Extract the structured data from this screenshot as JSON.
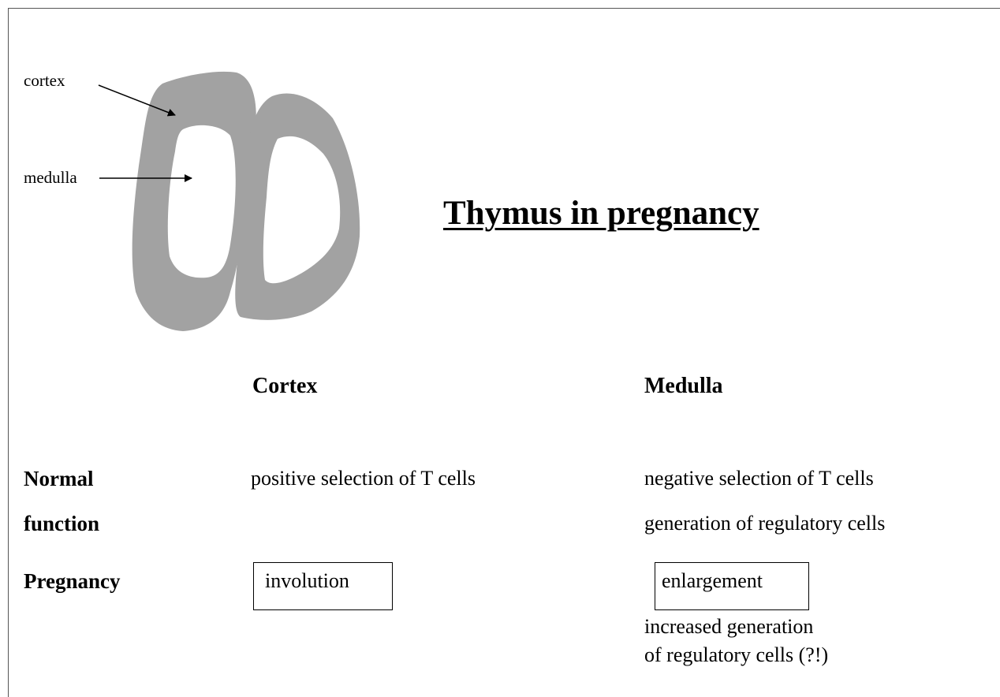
{
  "diagram": {
    "label_cortex": "cortex",
    "label_medulla": "medulla",
    "colors": {
      "tissue": "#a2a2a2",
      "background": "#ffffff"
    }
  },
  "title": "Thymus in pregnancy",
  "table": {
    "col_cortex": "Cortex",
    "col_medulla": "Medulla",
    "row_normal_1": "Normal",
    "row_normal_2": "function",
    "row_pregnancy": "Pregnancy",
    "normal_cortex": "positive selection of T cells",
    "normal_medulla_1": "negative selection of T cells",
    "normal_medulla_2": "generation of regulatory cells",
    "pregnancy_cortex": "involution",
    "pregnancy_medulla": "enlargement",
    "pregnancy_medulla_note_1": "increased generation",
    "pregnancy_medulla_note_2": "of regulatory cells (?!)"
  }
}
